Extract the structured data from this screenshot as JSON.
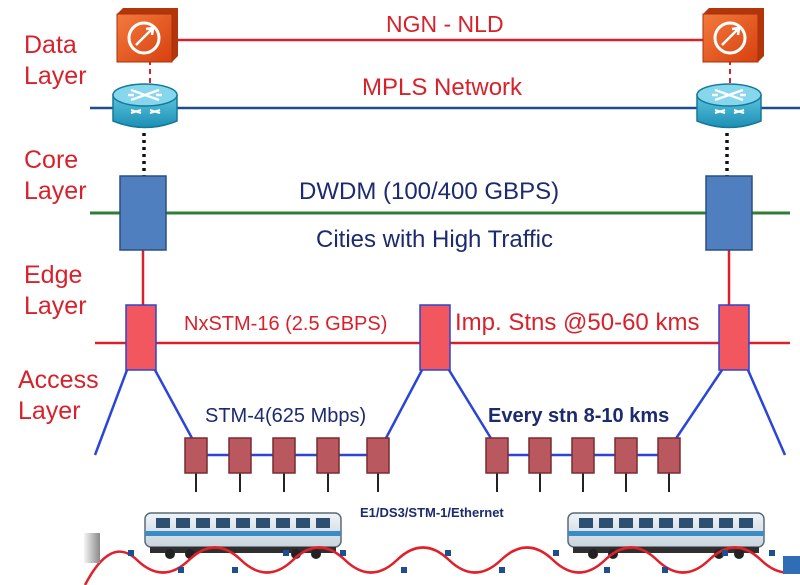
{
  "layers": {
    "data": [
      "Data",
      "Layer"
    ],
    "core": [
      "Core",
      "Layer"
    ],
    "edge": [
      "Edge",
      "Layer"
    ],
    "access": [
      "Access",
      "Layer"
    ]
  },
  "links": {
    "ngn": "NGN - NLD",
    "mpls": "MPLS Network",
    "dwdm": "DWDM (100/400 GBPS)",
    "cities": "Cities with High Traffic",
    "stm16": "NxSTM-16 (2.5 GBPS)",
    "imp": "Imp. Stns @50-60 kms",
    "stm4": "STM-4(625 Mbps)",
    "every": "Every stn 8-10 kms",
    "e1": "E1/DS3/STM-1/Ethernet"
  },
  "colors": {
    "red": "#d8222b",
    "blue_line": "#1f4e8c",
    "green": "#2e7d32",
    "navy_text": "#1c2a6e",
    "core_node": "#4f7fbf",
    "edge_node": "#f2575f",
    "access_node": "#b9585e",
    "router": "#2aa7c9",
    "data_node": "#e8501c"
  },
  "icons": [
    "data-node-icon",
    "router-icon",
    "train-coach-icon",
    "sine-wave"
  ]
}
